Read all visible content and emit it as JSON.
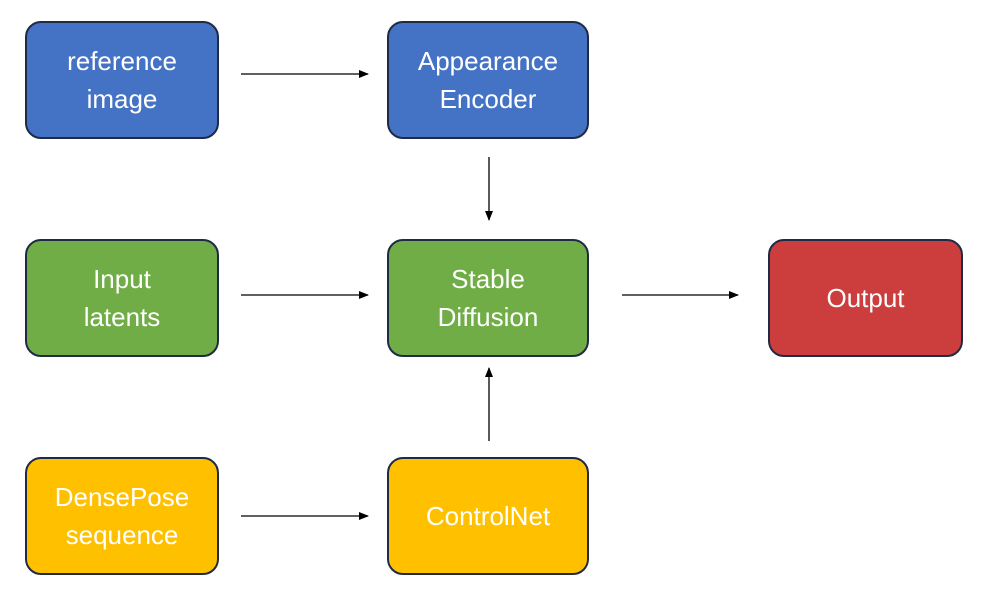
{
  "colors": {
    "blue": "#4472c4",
    "green": "#70ad47",
    "red": "#cc3d3d",
    "yellow": "#ffc000",
    "border": "#1f2a44",
    "arrow": "#000000"
  },
  "nodes": {
    "reference_image": {
      "lines": [
        "reference",
        "image"
      ],
      "color": "blue"
    },
    "appearance_encoder": {
      "lines": [
        "Appearance",
        "Encoder"
      ],
      "color": "blue"
    },
    "input_latents": {
      "lines": [
        "Input",
        "latents"
      ],
      "color": "green"
    },
    "stable_diffusion": {
      "lines": [
        "Stable",
        "Diffusion"
      ],
      "color": "green"
    },
    "output": {
      "lines": [
        "Output"
      ],
      "color": "red"
    },
    "densepose_sequence": {
      "lines": [
        "DensePose",
        "sequence"
      ],
      "color": "yellow"
    },
    "controlnet": {
      "lines": [
        "ControlNet"
      ],
      "color": "yellow"
    }
  },
  "edges": [
    {
      "from": "reference_image",
      "to": "appearance_encoder"
    },
    {
      "from": "appearance_encoder",
      "to": "stable_diffusion"
    },
    {
      "from": "input_latents",
      "to": "stable_diffusion"
    },
    {
      "from": "stable_diffusion",
      "to": "output"
    },
    {
      "from": "densepose_sequence",
      "to": "controlnet"
    },
    {
      "from": "controlnet",
      "to": "stable_diffusion"
    }
  ]
}
